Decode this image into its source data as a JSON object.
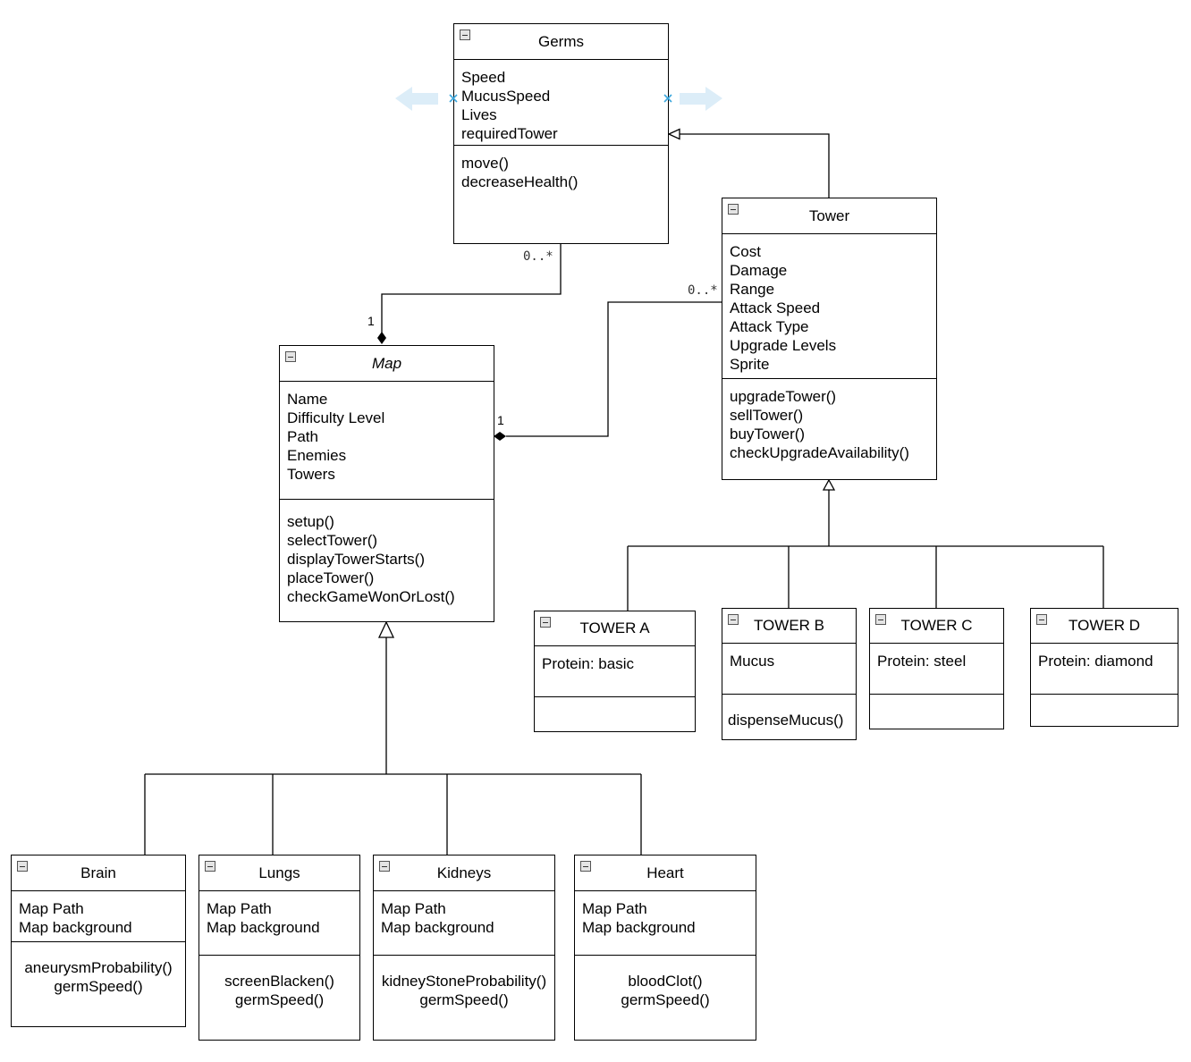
{
  "classes": {
    "germs": {
      "name": "Germs",
      "attributes": [
        "Speed",
        "MucusSpeed",
        "Lives",
        "requiredTower"
      ],
      "operations": [
        "move()",
        "decreaseHealth()"
      ]
    },
    "tower": {
      "name": "Tower",
      "attributes": [
        "Cost",
        "Damage",
        "Range",
        "Attack Speed",
        "Attack Type",
        "Upgrade Levels",
        "Sprite"
      ],
      "operations": [
        "upgradeTower()",
        "sellTower()",
        "buyTower()",
        "checkUpgradeAvailability()"
      ]
    },
    "map": {
      "name": "Map",
      "attributes": [
        "Name",
        "Difficulty Level",
        "Path",
        "Enemies",
        "Towers"
      ],
      "operations": [
        "setup()",
        "selectTower()",
        "displayTowerStarts()",
        "placeTower()",
        "checkGameWonOrLost()"
      ]
    },
    "tower_a": {
      "name": "TOWER A",
      "attributes": [
        "Protein: basic"
      ],
      "operations": []
    },
    "tower_b": {
      "name": "TOWER B",
      "attributes": [
        "Mucus"
      ],
      "operations": [
        "dispenseMucus()"
      ]
    },
    "tower_c": {
      "name": "TOWER C",
      "attributes": [
        "Protein: steel"
      ],
      "operations": []
    },
    "tower_d": {
      "name": "TOWER D",
      "attributes": [
        "Protein: diamond"
      ],
      "operations": []
    },
    "brain": {
      "name": "Brain",
      "attributes": [
        "Map Path",
        "Map background"
      ],
      "operations": [
        "aneurysmProbability()",
        "germSpeed()"
      ]
    },
    "lungs": {
      "name": "Lungs",
      "attributes": [
        "Map Path",
        "Map background"
      ],
      "operations": [
        "screenBlacken()",
        "germSpeed()"
      ]
    },
    "kidneys": {
      "name": "Kidneys",
      "attributes": [
        "Map Path",
        "Map background"
      ],
      "operations": [
        "kidneyStoneProbability()",
        "germSpeed()"
      ]
    },
    "heart": {
      "name": "Heart",
      "attributes": [
        "Map Path",
        "Map background"
      ],
      "operations": [
        "bloodClot()",
        "germSpeed()"
      ]
    }
  },
  "multiplicities": {
    "germs_side": "0..*",
    "map_germs_side": "1",
    "tower_side": "0..*",
    "map_tower_side": "1"
  },
  "colors": {
    "line": "#000000",
    "selection_marker": "#3aa6dd",
    "selection_arrow": "#dcedf8",
    "toggle_fill": "#e4e4e4"
  },
  "icons": {
    "collapse_toggle": "minus-square-icon",
    "selection_marker": "x-marker-icon",
    "selection_arrow": "arrow-icon"
  }
}
